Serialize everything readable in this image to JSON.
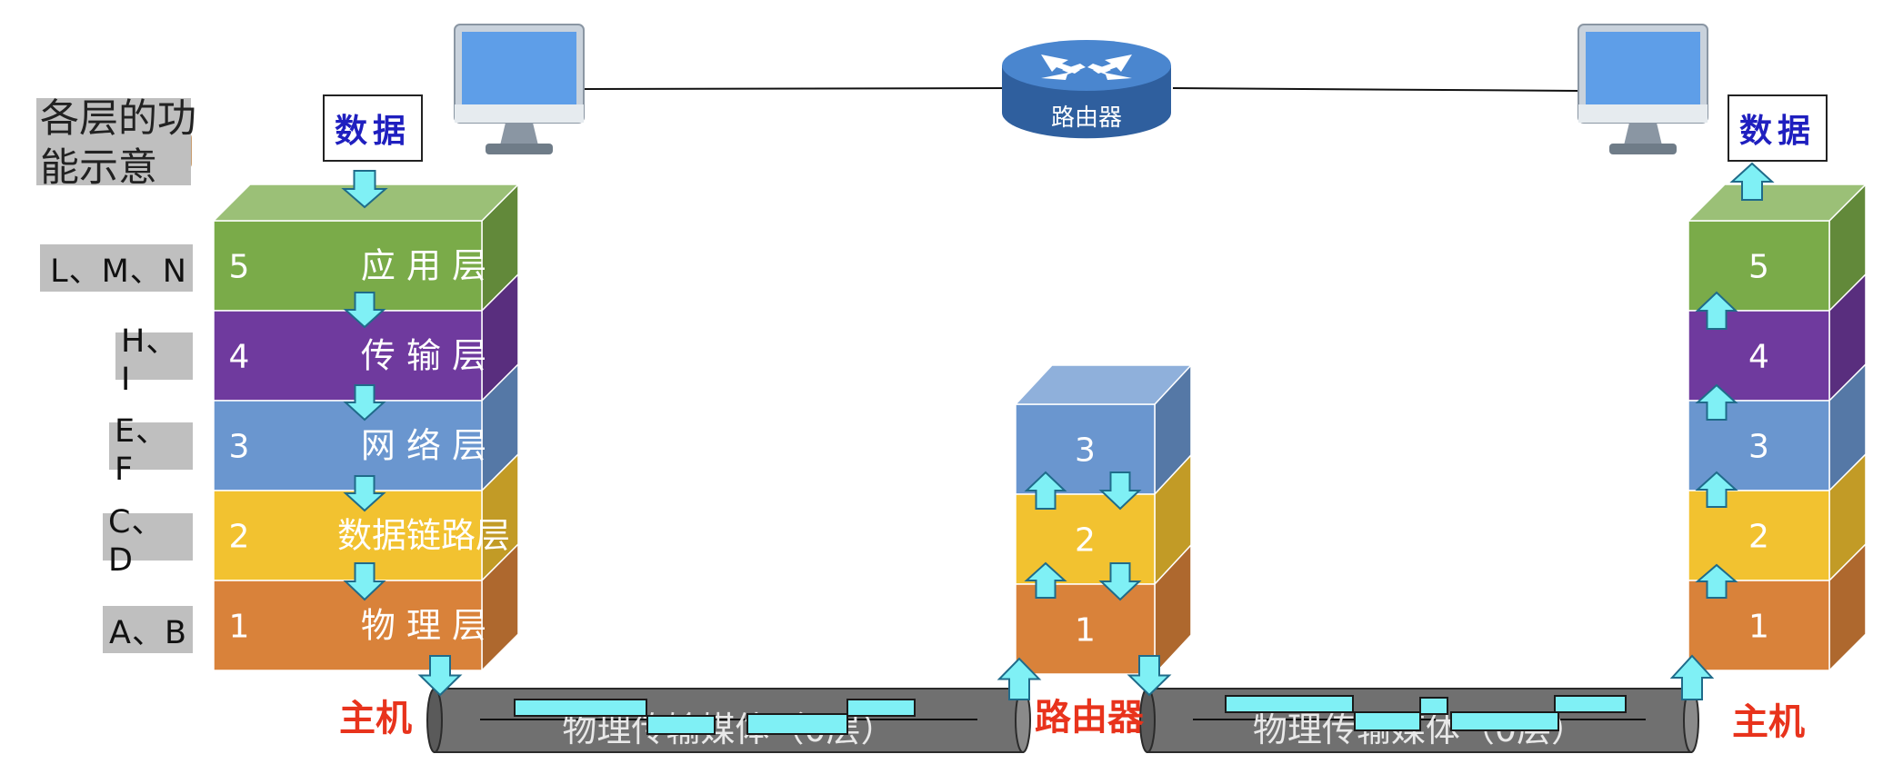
{
  "legend": {
    "line1": "各层的功",
    "line2": "能示意"
  },
  "side_labels": [
    "L、M、N",
    "H、I",
    "E、F",
    "C、D",
    "A、B"
  ],
  "data_label": "数据",
  "left_host": {
    "layers": [
      {
        "num": "5",
        "name": "应 用 层",
        "color": "#7aab49"
      },
      {
        "num": "4",
        "name": "传 输 层",
        "color": "#6f3a9e"
      },
      {
        "num": "3",
        "name": "网 络 层",
        "color": "#6a96cf"
      },
      {
        "num": "2",
        "name": "数据链路层",
        "color": "#f2c230"
      },
      {
        "num": "1",
        "name": "物 理 层",
        "color": "#d9823a"
      }
    ]
  },
  "router_stack": {
    "layers": [
      "3",
      "2",
      "1"
    ]
  },
  "right_host": {
    "layers": [
      "5",
      "4",
      "3",
      "2",
      "1"
    ]
  },
  "router_icon_label": "路由器",
  "bottom_labels": {
    "left_host": "主机",
    "router": "路由器",
    "right_host": "主机"
  },
  "media_label": "物理传输媒体（0层）",
  "colors": {
    "arrow_fill": "#7ff0f5",
    "arrow_stroke": "#1f6b8a",
    "red": "#e8331c",
    "pipe": "#707070"
  }
}
